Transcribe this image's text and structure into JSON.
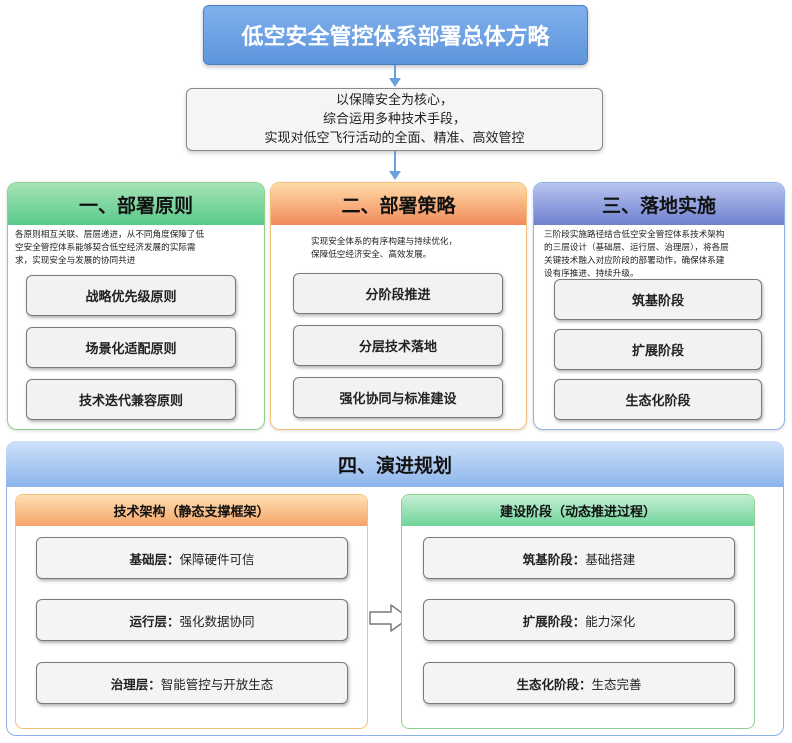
{
  "title": "低空安全管控体系部署总体方略",
  "core": {
    "lines": [
      "以保障安全为核心，",
      "综合运用多种技术手段，",
      "实现对低空飞行活动的全面、精准、高效管控"
    ]
  },
  "sections": [
    {
      "title": "一、部署原则",
      "desc": [
        "各原则相互关联、层层递进，从不同角度保障了低",
        "空安全管控体系能够契合低空经济发展的实际需",
        "求，实现安全与发展的协同共进"
      ],
      "items": [
        "战略优先级原则",
        "场景化适配原则",
        "技术迭代兼容原则"
      ]
    },
    {
      "title": "二、部署策略",
      "desc": [
        "实现安全体系的有序构建与持续优化，",
        "保障低空经济安全、高效发展。"
      ],
      "items": [
        "分阶段推进",
        "分层技术落地",
        "强化协同与标准建设"
      ]
    },
    {
      "title": "三、落地实施",
      "desc": [
        "三阶段实施路径结合低空安全管控体系技术架构",
        "的三层设计（基础层、运行层、治理层），将各层",
        "关键技术融入对应阶段的部署动作，确保体系建",
        "设有序推进、持续升级。"
      ],
      "items": [
        "筑基阶段",
        "扩展阶段",
        "生态化阶段"
      ]
    }
  ],
  "evolution": {
    "title": "四、演进规划",
    "left": {
      "title": "技术架构（静态支撑框架）",
      "items": [
        {
          "label": "基础层：",
          "text": "保障硬件可信"
        },
        {
          "label": "运行层：",
          "text": "强化数据协同"
        },
        {
          "label": "治理层：",
          "text": "智能管控与开放生态"
        }
      ]
    },
    "right": {
      "title": "建设阶段（动态推进过程）",
      "items": [
        {
          "label": "筑基阶段：",
          "text": "基础搭建"
        },
        {
          "label": "扩展阶段：",
          "text": "能力深化"
        },
        {
          "label": "生态化阶段：",
          "text": "生态完善"
        }
      ]
    }
  }
}
